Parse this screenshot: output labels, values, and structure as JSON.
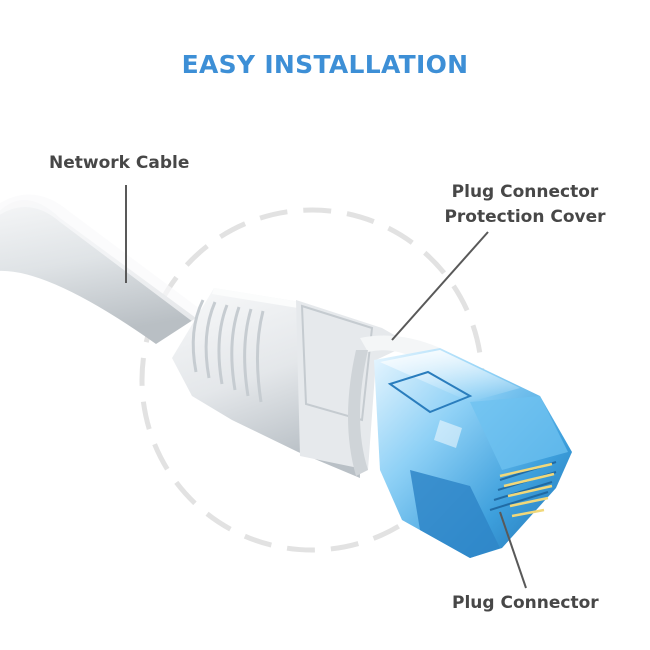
{
  "title": "EASY INSTALLATION",
  "colors": {
    "title": "#3d8fd6",
    "label_text": "#474747",
    "cable": "#dfe3e6",
    "connector": "#5ab2e8",
    "dashed_circle": "#e2e2e2"
  },
  "labels": {
    "network_cable": "Network Cable",
    "cover_line1": "Plug Connector",
    "cover_line2": "Protection Cover",
    "plug_connector": "Plug Connector"
  }
}
